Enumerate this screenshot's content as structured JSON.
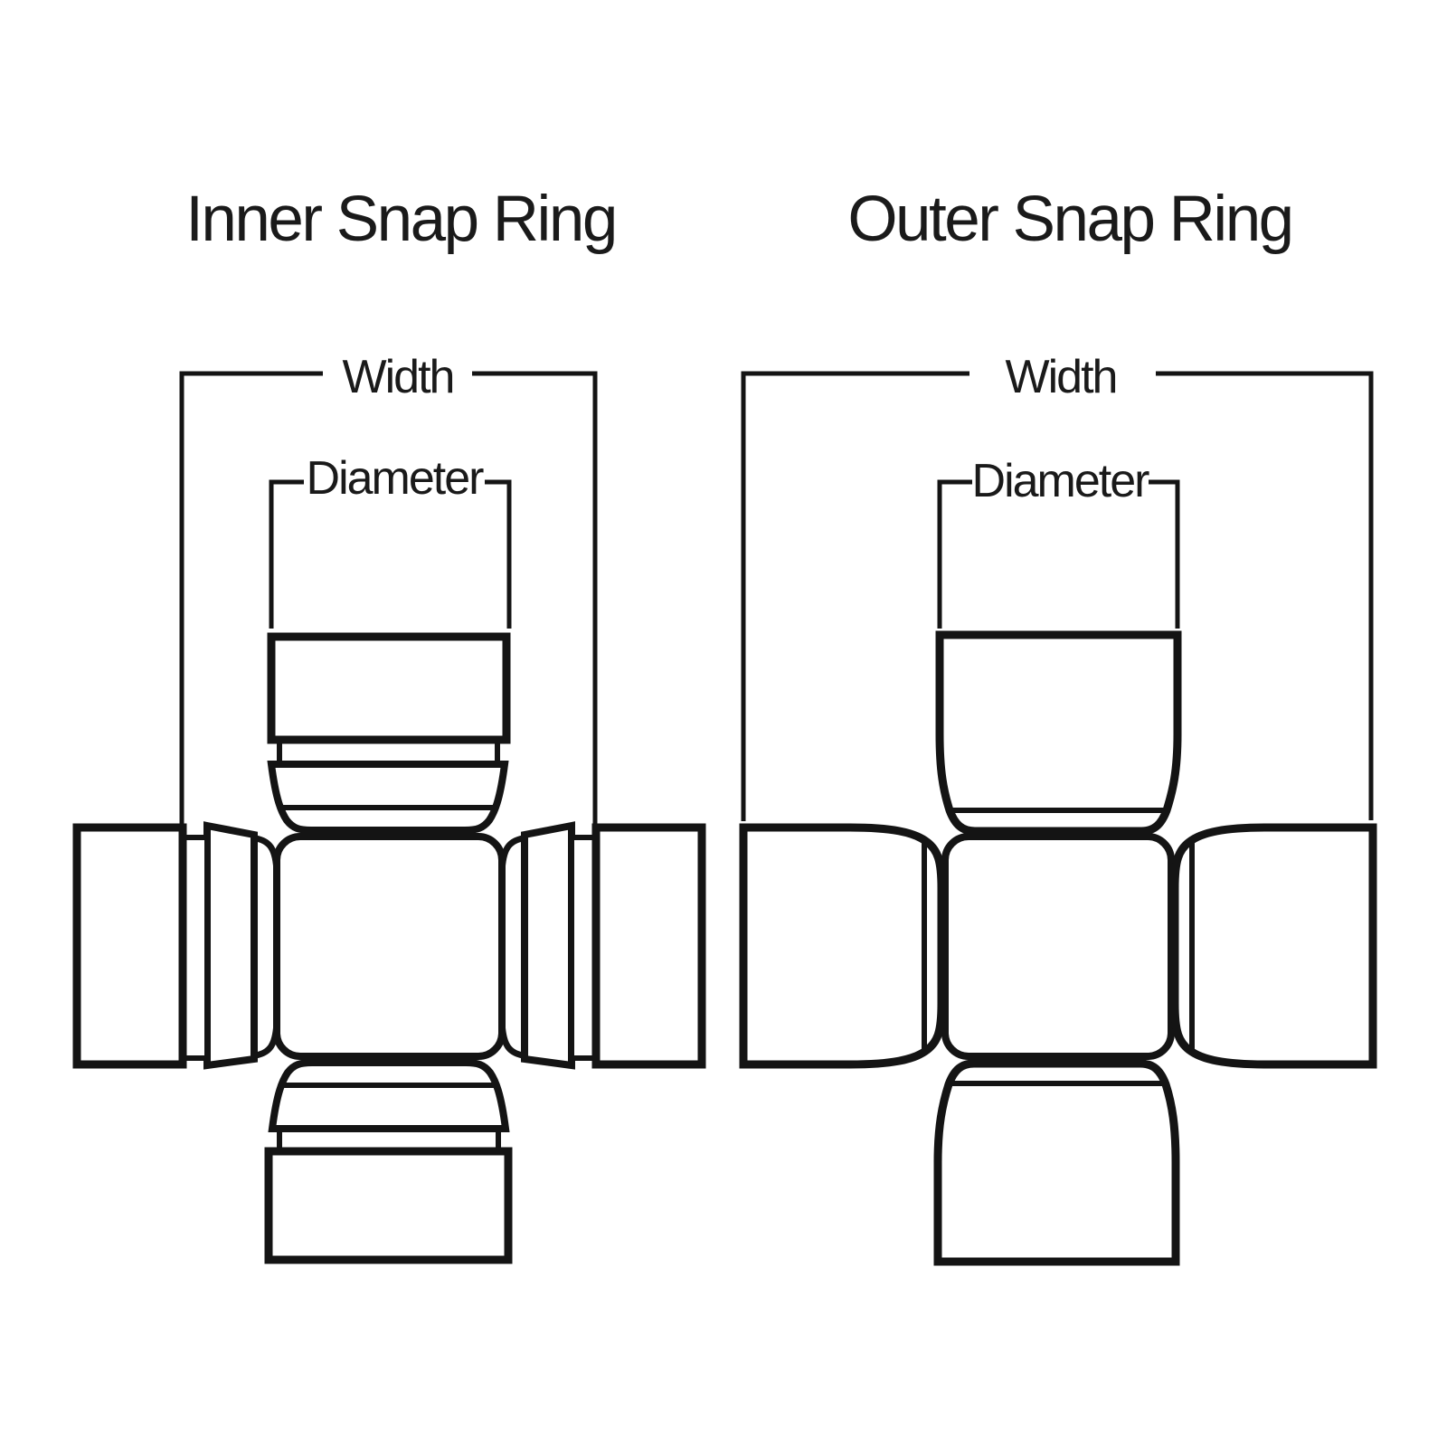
{
  "canvas": {
    "background": "#ffffff",
    "line_color": "#141414",
    "text_color": "#1a1a1a"
  },
  "diagrams": [
    {
      "id": "inner-snap-ring",
      "title": "Inner Snap Ring",
      "width_label": "Width",
      "diameter_label": "Diameter"
    },
    {
      "id": "outer-snap-ring",
      "title": "Outer Snap Ring",
      "width_label": "Width",
      "diameter_label": "Diameter"
    }
  ]
}
